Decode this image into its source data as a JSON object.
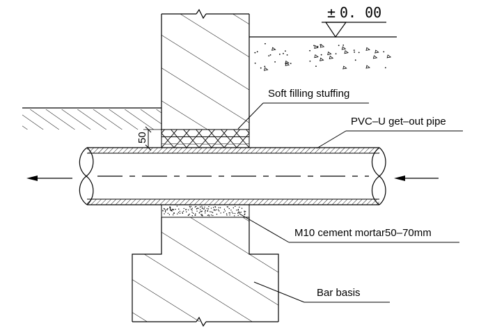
{
  "elevation": {
    "symbol": "±",
    "value": "0. 00"
  },
  "dimension": {
    "value": "50"
  },
  "labels": {
    "soft_filling": "Soft filling stuffing",
    "pvc_pipe": "PVC–U get–out pipe",
    "mortar": "M10 cement mortar50–70mm",
    "bar_basis": "Bar basis"
  }
}
